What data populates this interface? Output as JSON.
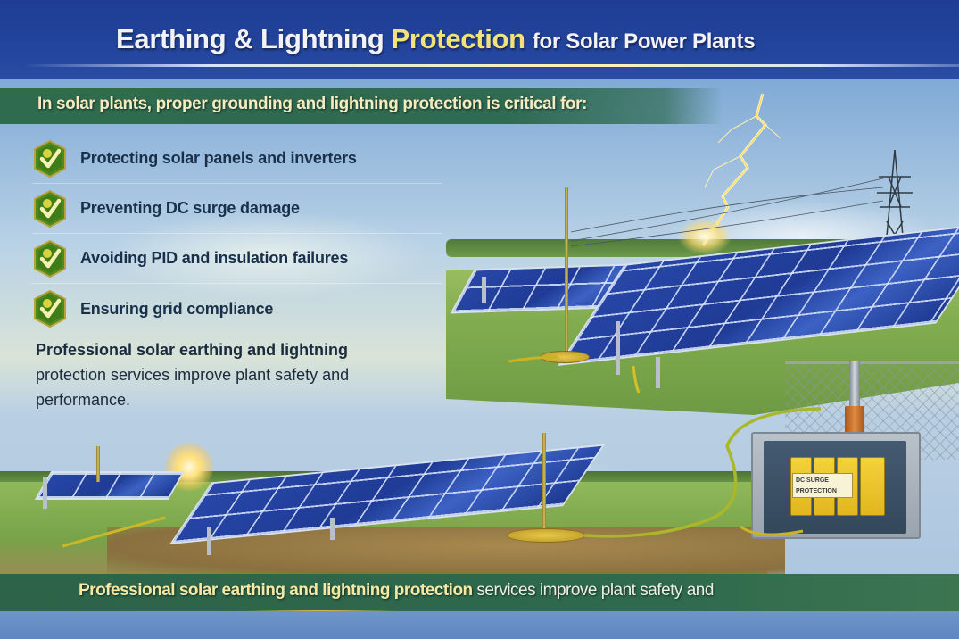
{
  "header": {
    "title_part1": "Earthing & Lightning",
    "title_part2": "Protection",
    "title_part3": "for Solar Power Plants",
    "background_color": "#23449c",
    "highlight_color": "#f3e27a"
  },
  "intro": {
    "text": "In solar plants, proper grounding and lightning protection is critical for:"
  },
  "benefits": {
    "icon": "check-badge-icon",
    "items": [
      {
        "label": "Protecting solar panels and inverters"
      },
      {
        "label": "Preventing DC surge damage"
      },
      {
        "label": "Avoiding PID and insulation failures"
      },
      {
        "label": "Ensuring grid compliance"
      }
    ]
  },
  "summary": {
    "bold_line": "Professional solar earthing and lightning",
    "rest_line1": "protection services improve plant safety and",
    "rest_line2": "performance."
  },
  "illustration": {
    "spd_label_line1": "DC Surge",
    "spd_label_line2": "Protection",
    "elements": [
      "lightning-bolt",
      "transmission-tower",
      "solar-array",
      "lightning-rod",
      "earthing-cable",
      "surge-protection-box",
      "chain-link-fence",
      "sun"
    ]
  },
  "footer": {
    "highlight_text": "Professional solar earthing and lightning protection",
    "normal_text": " services improve plant safety and",
    "band_color": "#2f6a4e"
  }
}
